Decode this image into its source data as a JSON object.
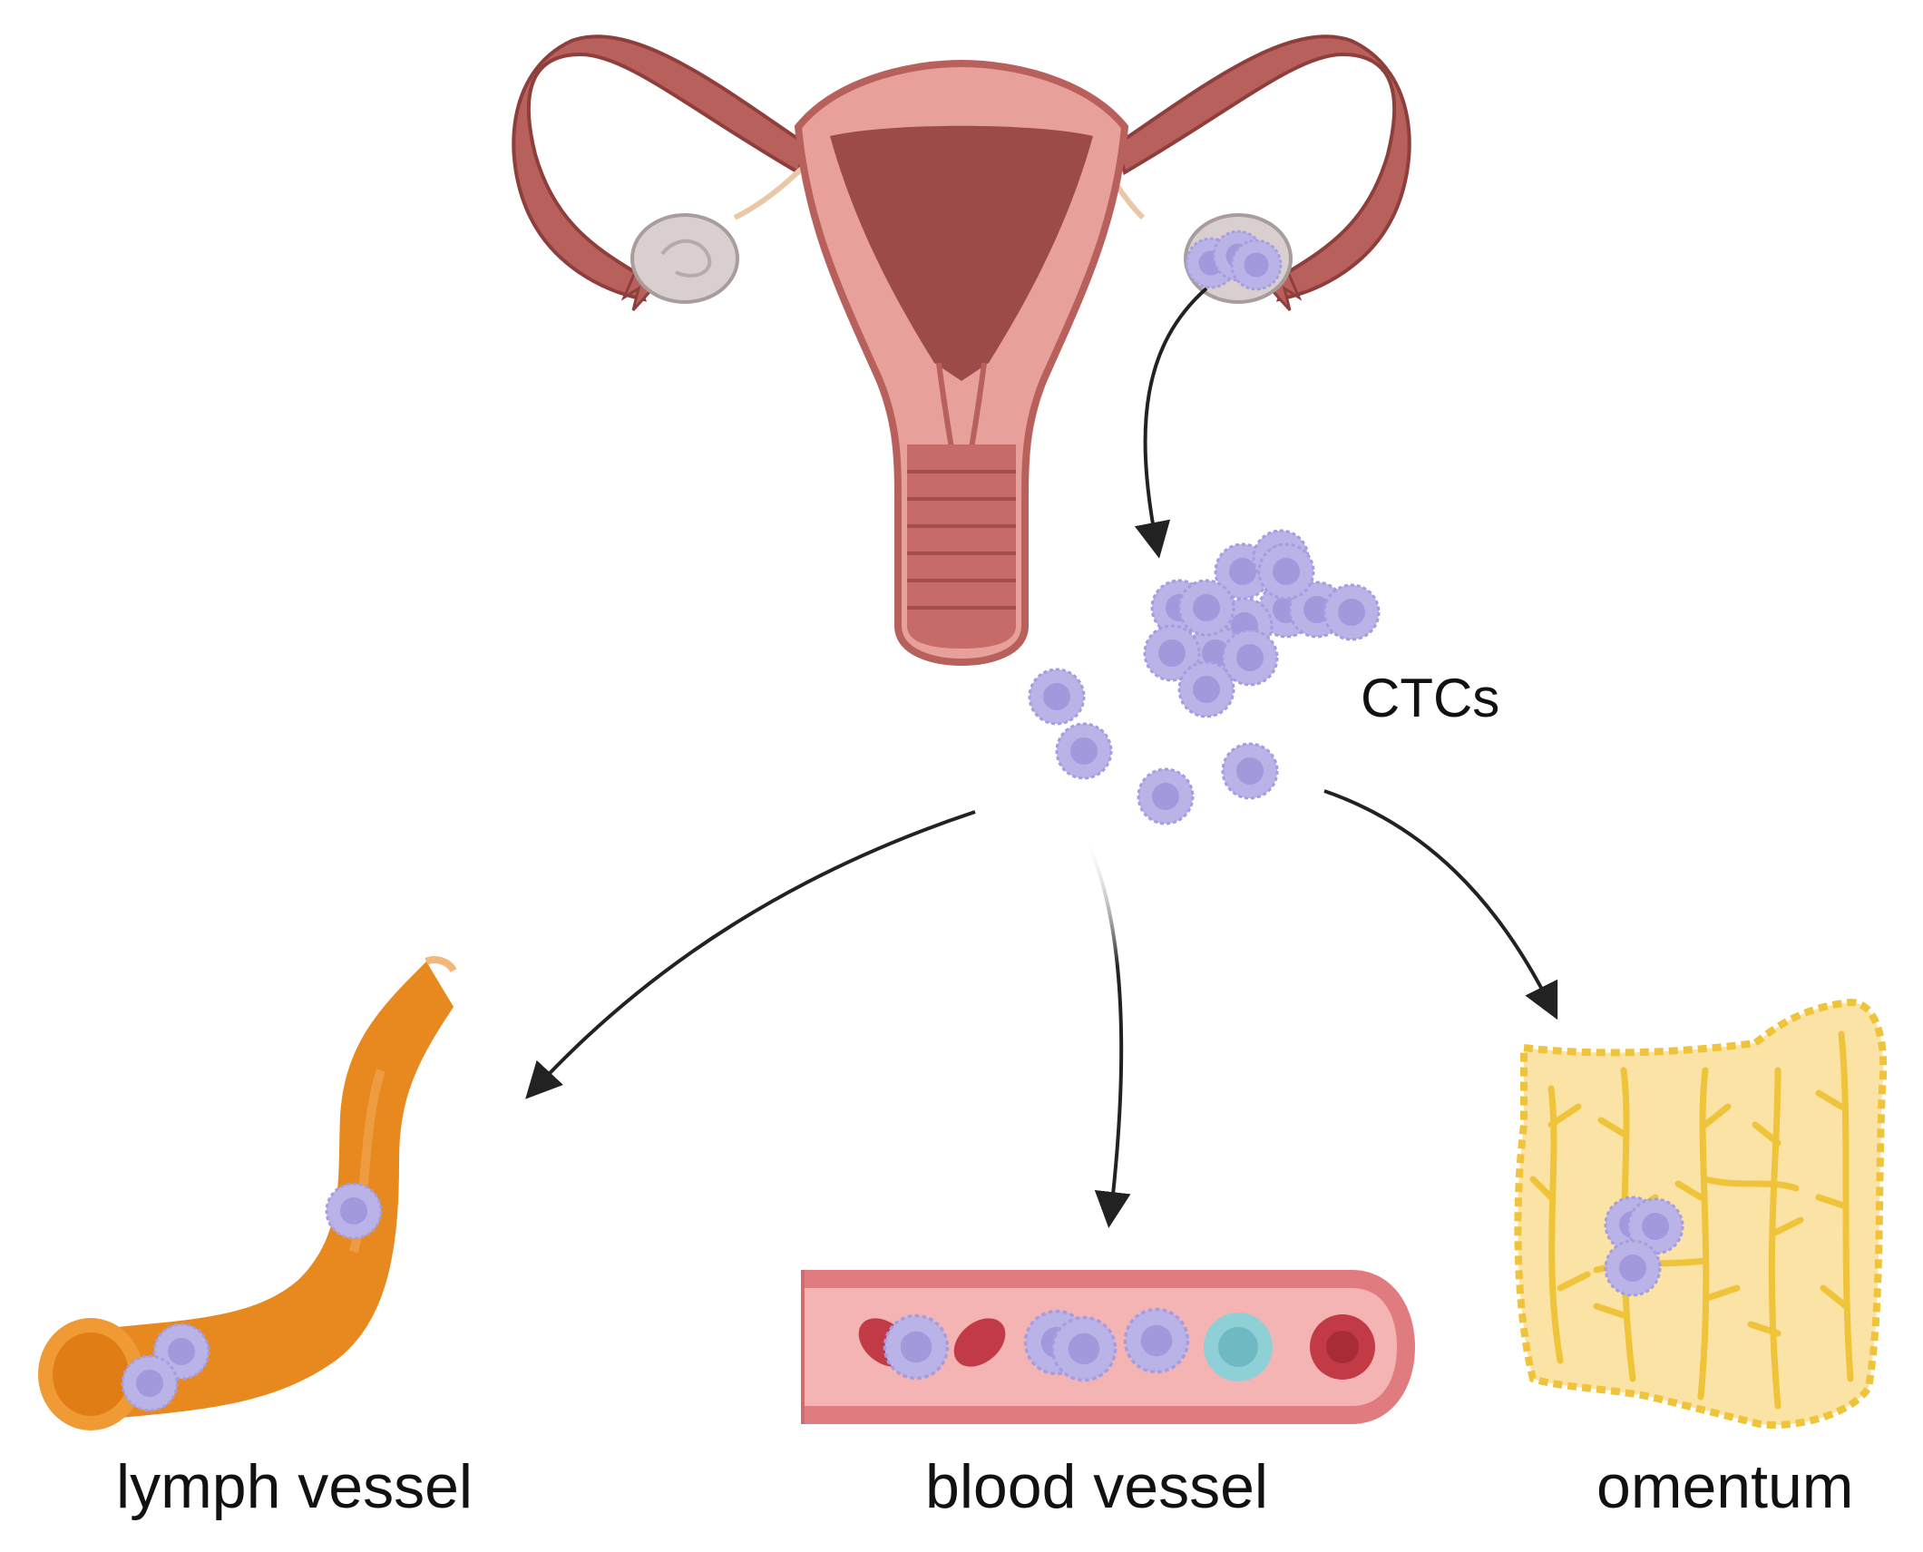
{
  "labels": {
    "ctcs": "CTCs",
    "lymph_vessel": "lymph vessel",
    "blood_vessel": "blood vessel",
    "omentum": "omentum"
  },
  "colors": {
    "uterus_wall": "#b8605c",
    "uterus_inner": "#e8a09a",
    "cavity": "#9c4b48",
    "ovary": "#d9cfcf",
    "ctc_cell": "#b9b3e8",
    "ctc_nucleus": "#9a90d8",
    "lymph": "#e8891f",
    "blood_vessel": "#e07b7f",
    "red_cell": "#c23a45",
    "white_cell_blue": "#8fd0d6",
    "omentum_fill": "#fbe3a5",
    "omentum_branch": "#efc33a",
    "arrow": "#222222"
  }
}
